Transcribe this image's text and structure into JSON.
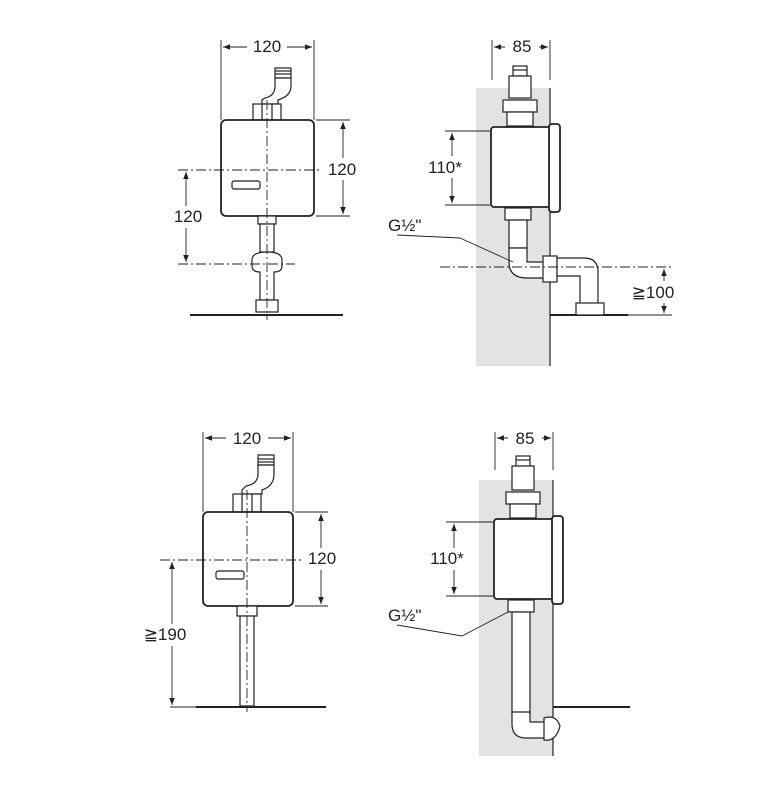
{
  "views": [
    {
      "id": "front-floor",
      "labels": {
        "width": "120",
        "height": "120",
        "offset": "120"
      }
    },
    {
      "id": "side-floor",
      "labels": {
        "depth": "85",
        "height": "110*",
        "thread": "G½\"",
        "min_height": "≧100"
      }
    },
    {
      "id": "front-wall",
      "labels": {
        "width": "120",
        "height": "120",
        "min_height": "≧190"
      }
    },
    {
      "id": "side-wall",
      "labels": {
        "depth": "85",
        "height": "110*",
        "thread": "G½\""
      }
    }
  ]
}
